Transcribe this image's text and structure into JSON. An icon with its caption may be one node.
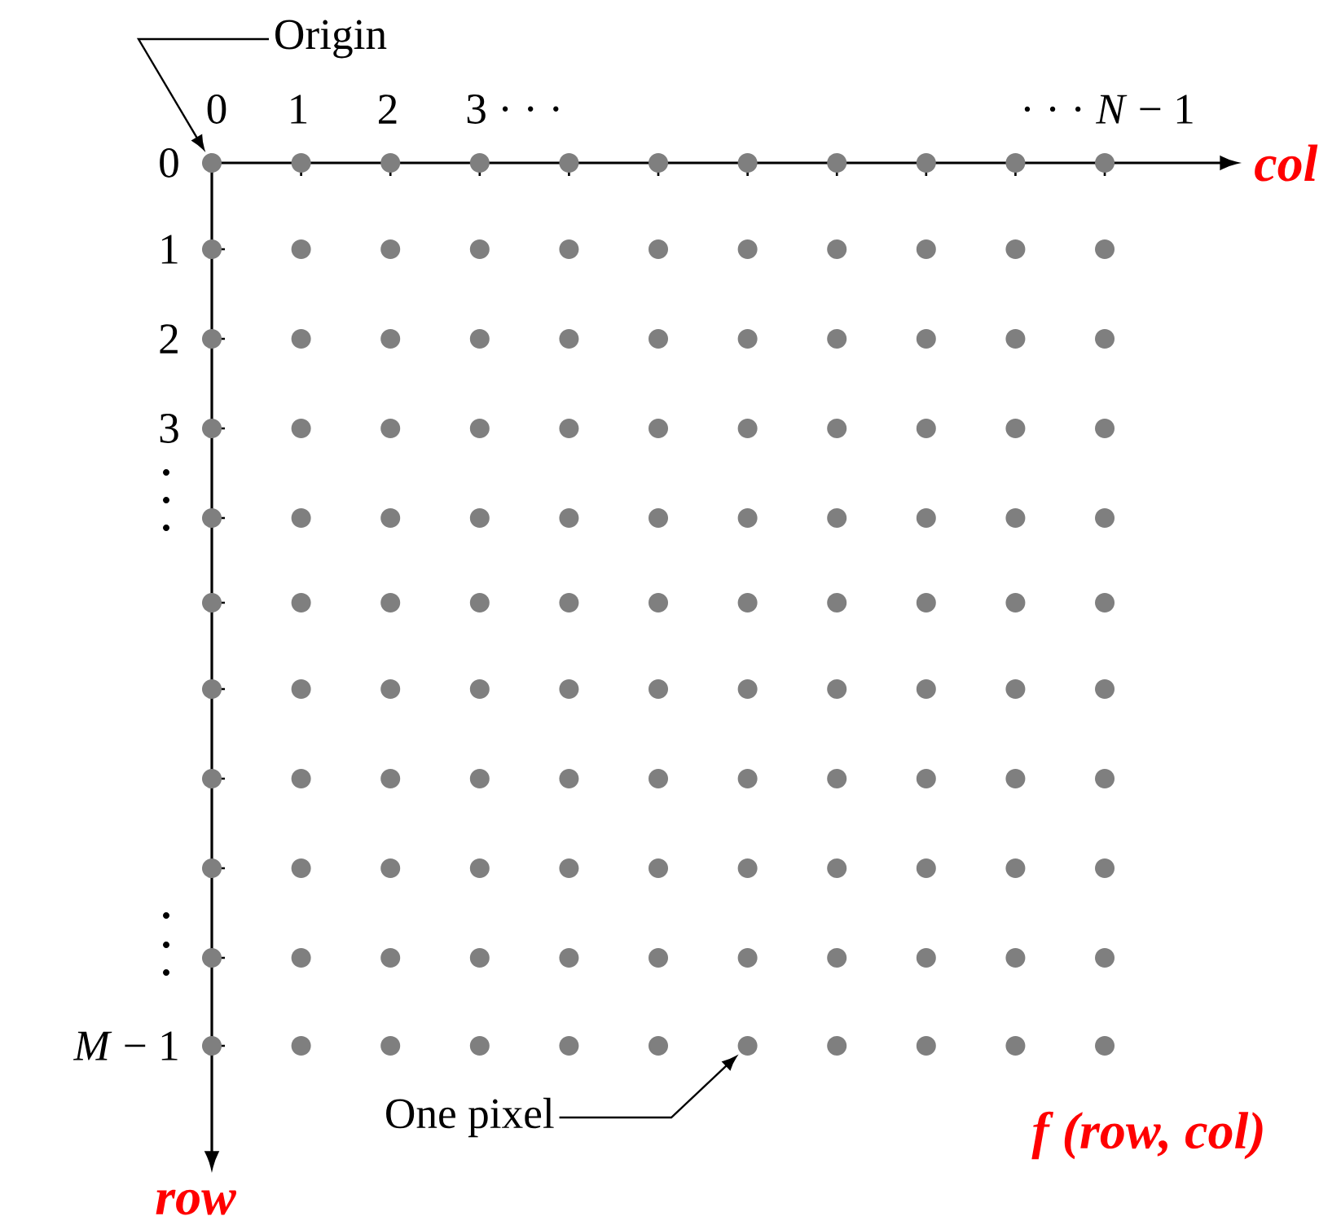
{
  "diagram": {
    "nodes": [
      {
        "text": [
          "Origin"
        ]
      },
      {
        "text": [],
        "shape": "circle"
      },
      {
        "text": [
          "One pixel"
        ]
      },
      {
        "text": [],
        "shape": "circle"
      }
    ],
    "edges": [
      {
        "from": 0,
        "to": 1,
        "arrow": "to"
      },
      {
        "from": 2,
        "to": 3,
        "arrow": "to"
      }
    ],
    "labels": [
      "0",
      "1",
      "2",
      "3 · · ·",
      "· · · *N* − 1",
      "0",
      "col",
      "1",
      "2",
      "3",
      "*M* − 1",
      "f (row, col)",
      "row"
    ]
  }
}
